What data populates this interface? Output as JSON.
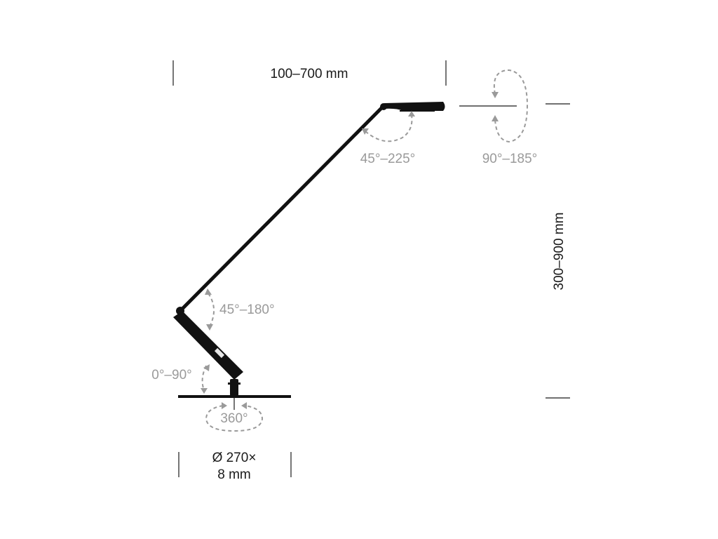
{
  "dimensions": {
    "reach": "100–700 mm",
    "height": "300–900 mm",
    "base_line1": "Ø 270×",
    "base_line2": "8 mm"
  },
  "angles": {
    "head_tilt": "45°–225°",
    "head_rotate": "90°–185°",
    "elbow": "45°–180°",
    "lower_arm": "0°–90°",
    "base_rotate": "360°"
  },
  "colors": {
    "lamp": "#111111",
    "dimension": "#1a1a1a",
    "angle": "#9a9a9a"
  }
}
